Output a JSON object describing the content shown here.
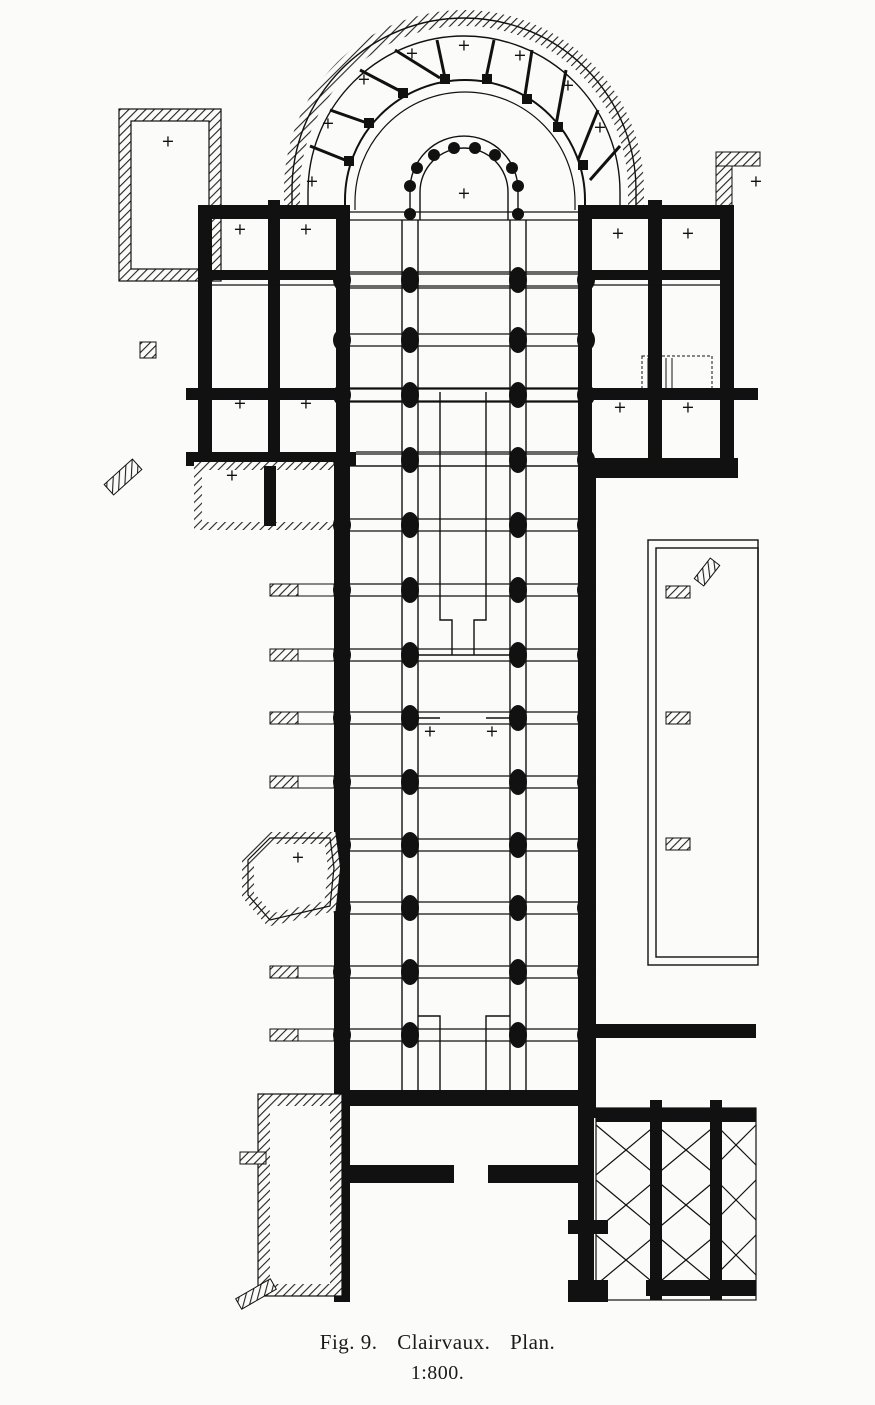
{
  "caption": {
    "fig": "Fig. 9.",
    "name": "Clairvaux.",
    "kind": "Plan.",
    "scale": "1:800."
  },
  "symbols": {
    "altar_mark": "+"
  },
  "colors": {
    "ink": "#111111",
    "hatch": "#222222",
    "paper": "#fbfbf9"
  }
}
